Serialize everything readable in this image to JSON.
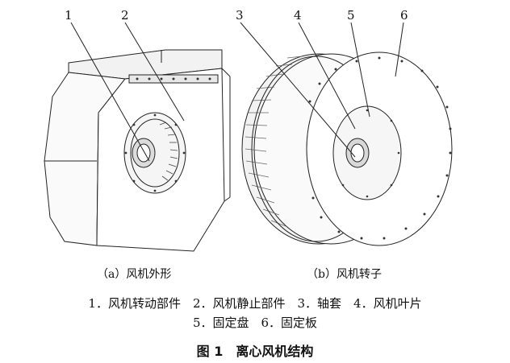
{
  "labels": {
    "n1": "1",
    "n2": "2",
    "n3": "3",
    "n4": "4",
    "n5": "5",
    "n6": "6"
  },
  "captions": {
    "a": "（a）风机外形",
    "b": "（b）风机转子"
  },
  "legend": {
    "line1": "1．风机转动部件　2．风机静止部件　3．轴套　4．风机叶片",
    "line2": "5．固定盘　6．固定板"
  },
  "figure_title": "图 1　离心风机结构"
}
